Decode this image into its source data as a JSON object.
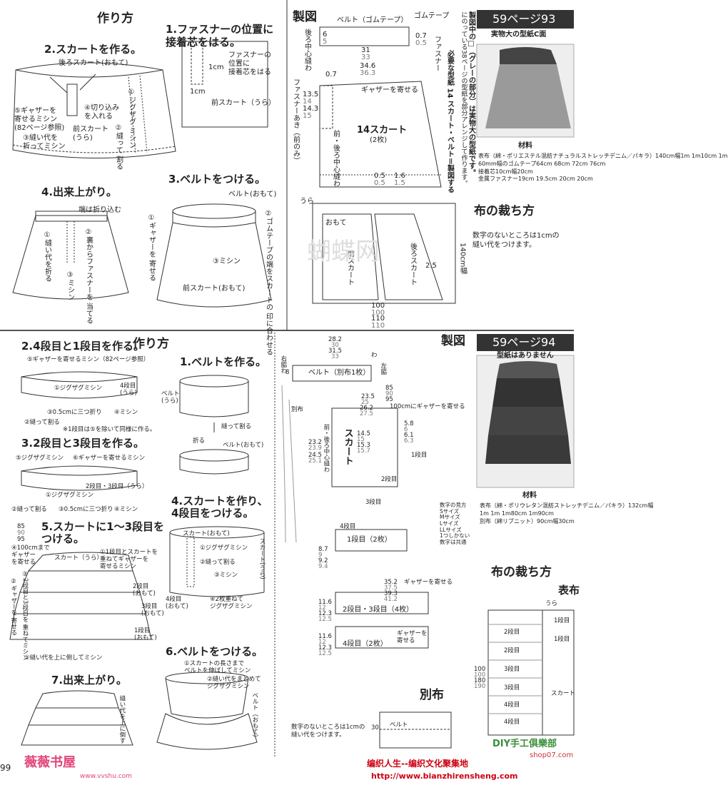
{
  "top": {
    "badge": "59ページ93",
    "tsukurikata": "作り方",
    "step1": "1.ファスナーの位置に\n接着芯をはる。",
    "step1_note": "ファスナーの\n位置に\n接着芯をはる",
    "step1_cm": "1cm",
    "step1_cm2": "1cm",
    "step1_back": "前スカート（うら）",
    "step2": "2.スカートを作る。",
    "step2_back": "後ろスカート(おもて)",
    "step2_a": "⑤ギャザーを\n寄せるミシン\n(82ページ参照)",
    "step2_b": "④切り込み\nを入れる",
    "step2_c": "①ジグザグ\nミシン",
    "step2_d": "②縫って\n割る",
    "step2_e": "前スカート\n(うら)",
    "step2_f": "③縫い代を\n折ってミシン",
    "step3": "3.ベルトをつける。",
    "step3_belt": "ベルト(おもて)",
    "step3_a": "①ギャザーを\n寄せる",
    "step3_b": "②ゴムテープの端をスカートの\n印に合わせる",
    "step3_c": "③ミシン",
    "step3_front": "前スカート(おもて)",
    "step4": "4.出来上がり。",
    "step4_a": "端は折り込む",
    "step4_b": "②裏からファスナーを\n当てる",
    "step4_c": "①縫い代を折る",
    "step4_d": "③ミシン",
    "seizu": "製図",
    "belt_label": "ベルト（ゴムテープ）",
    "gomu": "ゴムテープ",
    "fastener": "ファスナー",
    "belt_nums": [
      "31",
      "33",
      "34.6",
      "36.3"
    ],
    "belt_side": [
      "6",
      "5",
      "0.7",
      "0.5"
    ],
    "skirt_title": "14スカート",
    "skirt_sub": "(2枚)",
    "skirt_gather": "ギャザーを寄せる",
    "skirt_left": [
      "13.5",
      "14",
      "14.3",
      "15"
    ],
    "skirt_top": "0.7",
    "skirt_bottom": [
      "0.5",
      "1.6",
      "0.5",
      "1.5"
    ],
    "back_center": "後ろ中心縫わ",
    "front_center": "前・後ろ中心縫わ",
    "fastener_end": "ファスナーあき（前のみ）",
    "pattern_note": "製図中の□（グレーの部分）は実物大の型紙です。",
    "pattern_note2": "にのっている38ページの型紙を部分アレンジして作ります。",
    "need_pattern": "必要な型紙 14 スカート・ベルト＝製図する",
    "photo_caption": "実物大の型紙C面",
    "materials_title": "材料",
    "materials": [
      "表布（綿・ポリエステル混紡ナチュラルストレッチデニム／パキラ）140cm幅1m 1m10cm 1m",
      "60mm幅のゴムテープ64cm 68cm 72cm 76cm",
      "接着芯10cm幅20cm",
      "金属ファスナー19cm 19.5cm 20cm 20cm"
    ],
    "nuno_title": "布の裁ち方",
    "nuno_note": "数字のないところは1cmの\n縫い代をつけます。",
    "ura": "うら",
    "omote": "おもて",
    "cut_front": "前スカート",
    "cut_back": "後ろスカート",
    "cut_25": "2.5",
    "cut_width": "140cm幅",
    "cut_nums": [
      "100",
      "100",
      "110",
      "110"
    ]
  },
  "bottom": {
    "badge": "59ページ94",
    "badge_sub": "型紙はありません",
    "tsukurikata": "作り方",
    "step2": "2.4段目と1段目を作る。",
    "step2_a": "⑤ギャザーを寄せるミシン（82ページ参照）",
    "step2_b": "①ジグザグミシン",
    "step2_c": "4段目\n(うら)",
    "step2_d": "③0.5cmに三つ折り",
    "step2_e": "④ミシン",
    "step2_f": "②縫って割る",
    "step2_g": "※1段目は⑤を除いて同様に作る。",
    "step3": "3.2段目と3段目を作る。",
    "step3_a": "⑤ジグザグミシン",
    "step3_b": "⑥ギャザーを寄せるミシン",
    "step3_c": "2段目・3段目（うら）",
    "step3_d": "①ジグザグミシン",
    "step3_e": "②縫って割る",
    "step3_f": "③0.5cmに三つ折り",
    "step3_g": "④ミシン",
    "step5": "5.スカートに1〜3段目を\nつける。",
    "step5_nums": [
      "85",
      "90",
      "95"
    ],
    "step5_a": "④100cmまで\nギャザー\nを寄せる",
    "step5_b": "スカート（うら）",
    "step5_c": "①1段目とスカートを\n重ねてギャザーを\n寄せるミシン",
    "step5_d": "②ギャザーを\n寄せる",
    "step5_e": "③2段目と3段目を\n重ねてミシン",
    "step5_f": "2段目\n(おもて)",
    "step5_g": "3段目\n(おもて)",
    "step5_h": "1段目\n(おもて)",
    "step5_i": "①縫い代を上に倒してミシン",
    "step1": "1.ベルトを作る。",
    "step1_belt": "ベルト\n(うら)",
    "step1_a": "縫って割る",
    "step1_b": "折る",
    "step1_c": "ベルト(おもて)",
    "step4": "4.スカートを作り、\n4段目をつける。",
    "step4_a": "スカート(おもて)",
    "step4_b": "①ジグザグミシン",
    "step4_c": "②縫って割る",
    "step4_d": "③ミシン",
    "step4_e": "スカート(うら)",
    "step4_f": "4段目\n(おもて)",
    "step4_g": "④2枚重ねて\nジグザグミシン",
    "step6": "6.ベルトをつける。",
    "step6_a": "①スカートの長さまで\nベルトを伸ばしてミシン",
    "step6_b": "②縫い代をまとめて\nジグザグミシン",
    "step6_c": "ベルト（おもて）",
    "step7": "7.出来上がり。",
    "step7_a": "縫い代を上に倒す",
    "seizu": "製図",
    "belt_nums": [
      "28.2",
      "30",
      "31.5",
      "33"
    ],
    "belt_label": "ベルト（別布1枚）",
    "belt_side": "8",
    "right_ura": "右脇わ",
    "left_ura": "左脇",
    "wa": "わ",
    "skirt_nums": [
      "85",
      "90",
      "95"
    ],
    "skirt_gather": "100cmにギャザーを寄せる",
    "skirt_top_nums": [
      "23.5",
      "25",
      "26.2",
      "27.5"
    ],
    "skirt_title": "スカート",
    "skirt_left": [
      "23.2",
      "23.9",
      "24.5",
      "25.1"
    ],
    "skirt_mid": [
      "14.5",
      "15",
      "15.3",
      "15.7"
    ],
    "skirt_right": [
      "5.8",
      "6",
      "6.1",
      "6.3"
    ],
    "betsu": "別布",
    "tier1": "1段目",
    "tier2": "2段目",
    "tier3": "3段目",
    "tier4": "4段目",
    "size_note": "数字の見方\nSサイズ\nMサイズ\nLサイズ\nLLサイズ\n1つしかない\n数字は共通",
    "t1_label": "1段目（2枚）",
    "t1_left": [
      "8.7",
      "9",
      "9.2",
      "9.4"
    ],
    "t2_label": "2段目・3段目（4枚）",
    "t2_left": [
      "11.6",
      "12",
      "12.3",
      "12.5"
    ],
    "t2_top": [
      "35.2",
      "37.5",
      "39.3",
      "41.2"
    ],
    "t2_gather": "ギャザーを寄せる",
    "t4_label": "4段目（2枚）",
    "t4_left": [
      "11.6",
      "12",
      "12.3",
      "12.5"
    ],
    "t4_gather": "ギャザーを\n寄せる",
    "front_back_center": "前・後ろ中心縫わ",
    "betsu_title": "別布",
    "betsu_note": "数字のないところは1cmの\n縫い代をつけます。",
    "betsu_belt": "ベルト",
    "betsu_30": "30",
    "materials_title": "材料",
    "materials": [
      "表布（綿・ポリウレタン混紡ストレッチデニム／パキラ）132cm幅",
      "1m 1m 1m80cm 1m90cm",
      "別布（綿リブニット）90cm幅30cm"
    ],
    "nuno_title": "布の裁ち方",
    "omote": "表布",
    "ura": "うら",
    "cut_labels": [
      "2段目",
      "2段目",
      "3段目",
      "3段目",
      "4段目",
      "4段目",
      "1段目",
      "1段目",
      "スカート"
    ],
    "cut_nums": [
      "100",
      "100",
      "180",
      "190"
    ]
  },
  "footer": {
    "page": "99",
    "logo_left": "薇薇书屋",
    "url_left": "www.vvshu.com",
    "logo_right": "DIY手工俱樂部",
    "logo_right2": "shop07.com",
    "brand": "编织人生--编织文化聚集地",
    "brand_url": "http://www.bianzhirensheng.com"
  },
  "watermark": "蝴蝶网"
}
